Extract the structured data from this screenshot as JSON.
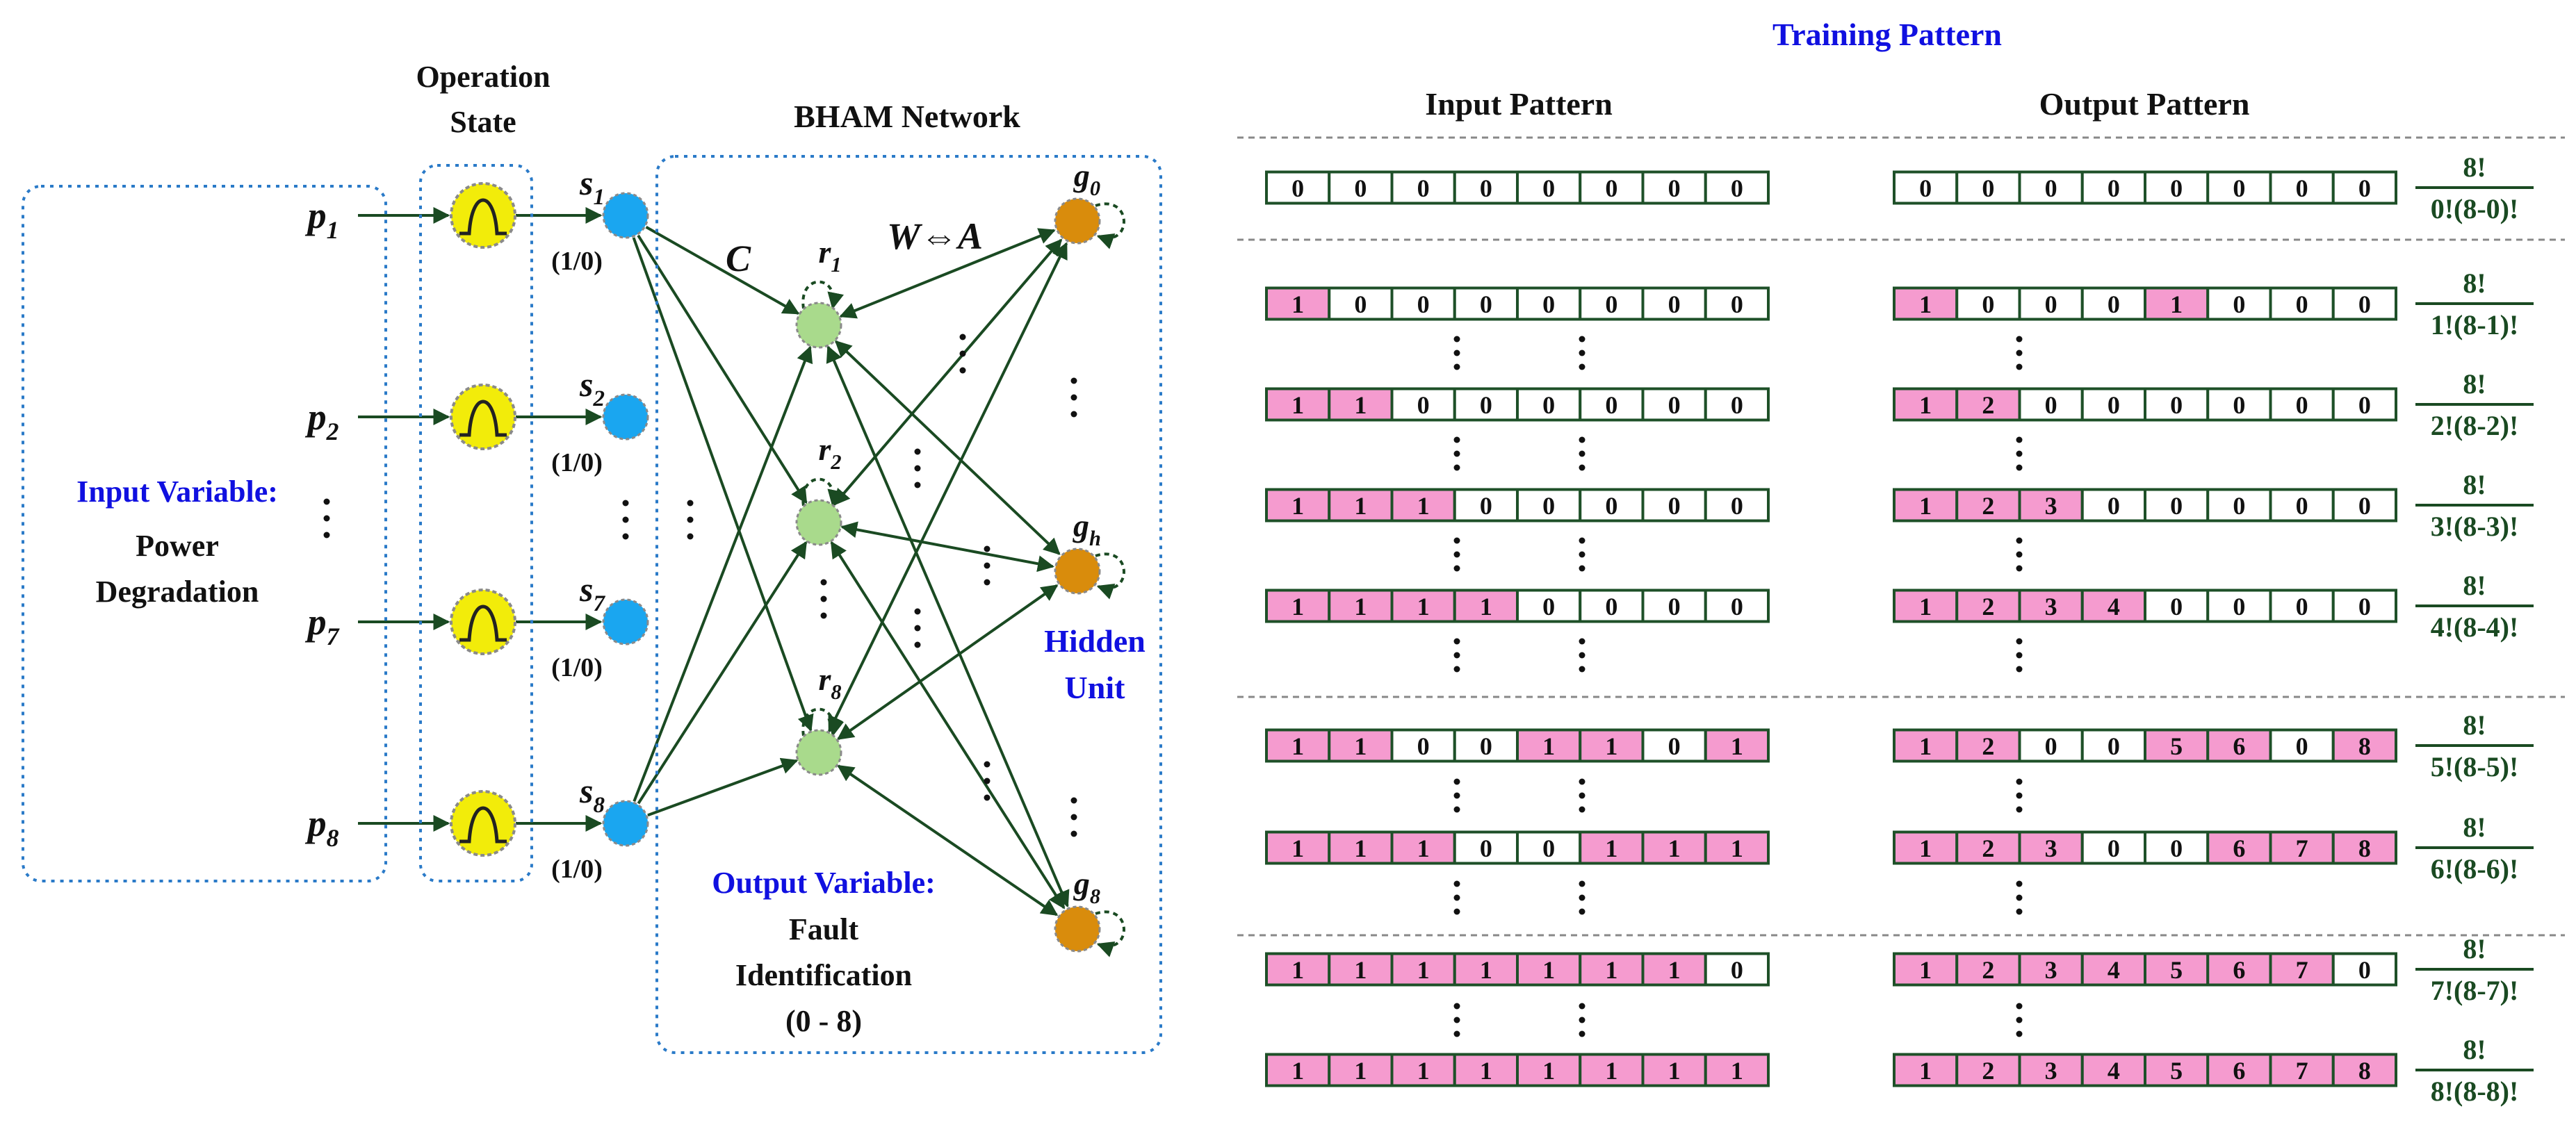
{
  "colors": {
    "dark_green": "#1a4a22",
    "cell_border": "#1e5028",
    "blue_label": "#1010e0",
    "dotted_box": "#2a7ac8",
    "pink_cell": "#f59bcf",
    "yellow_node": "#f2ec0a",
    "cyan_node": "#1aa6f0",
    "light_green_node": "#a9da8c",
    "orange_node": "#d98c0c",
    "dashed_separator": "#888888"
  },
  "diagram": {
    "input_panel": {
      "title": "Input Variable:",
      "line1": "Power",
      "line2": "Degradation"
    },
    "operation_state": {
      "line1": "Operation",
      "line2": "State"
    },
    "network_title": "BHAM Network",
    "hidden_unit": {
      "line1": "Hidden",
      "line2": "Unit"
    },
    "output_panel": {
      "title": "Output Variable:",
      "line1": "Fault",
      "line2": "Identification",
      "line3": "(0 - 8)"
    },
    "matrix_c_label": "C",
    "matrix_wa_label": "W⇔A",
    "power_inputs": [
      {
        "base": "p",
        "sub": "1"
      },
      {
        "base": "p",
        "sub": "2"
      },
      {
        "base": "p",
        "sub": "7"
      },
      {
        "base": "p",
        "sub": "8"
      }
    ],
    "state_nodes": [
      {
        "base": "s",
        "sub": "1",
        "value": "(1/0)"
      },
      {
        "base": "s",
        "sub": "2",
        "value": "(1/0)"
      },
      {
        "base": "s",
        "sub": "7",
        "value": "(1/0)"
      },
      {
        "base": "s",
        "sub": "8",
        "value": "(1/0)"
      }
    ],
    "r_nodes": [
      {
        "base": "r",
        "sub": "1"
      },
      {
        "base": "r",
        "sub": "2"
      },
      {
        "base": "r",
        "sub": "8"
      }
    ],
    "g_nodes": [
      {
        "base": "g",
        "sub": "0"
      },
      {
        "base": "g",
        "sub": "h"
      },
      {
        "base": "g",
        "sub": "8"
      }
    ]
  },
  "training": {
    "title": "Training Pattern",
    "input_header": "Input Pattern",
    "output_header": "Output Pattern",
    "rows": [
      {
        "input": [
          "0",
          "0",
          "0",
          "0",
          "0",
          "0",
          "0",
          "0"
        ],
        "output": [
          "0",
          "0",
          "0",
          "0",
          "0",
          "0",
          "0",
          "0"
        ],
        "numerator": "8!",
        "denominator": "0!(8-0)!"
      },
      {
        "input": [
          "1",
          "0",
          "0",
          "0",
          "0",
          "0",
          "0",
          "0"
        ],
        "output": [
          "1",
          "0",
          "0",
          "0",
          "1",
          "0",
          "0",
          "0"
        ],
        "numerator": "8!",
        "denominator": "1!(8-1)!"
      },
      {
        "input": [
          "1",
          "1",
          "0",
          "0",
          "0",
          "0",
          "0",
          "0"
        ],
        "output": [
          "1",
          "2",
          "0",
          "0",
          "0",
          "0",
          "0",
          "0"
        ],
        "numerator": "8!",
        "denominator": "2!(8-2)!"
      },
      {
        "input": [
          "1",
          "1",
          "1",
          "0",
          "0",
          "0",
          "0",
          "0"
        ],
        "output": [
          "1",
          "2",
          "3",
          "0",
          "0",
          "0",
          "0",
          "0"
        ],
        "numerator": "8!",
        "denominator": "3!(8-3)!"
      },
      {
        "input": [
          "1",
          "1",
          "1",
          "1",
          "0",
          "0",
          "0",
          "0"
        ],
        "output": [
          "1",
          "2",
          "3",
          "4",
          "0",
          "0",
          "0",
          "0"
        ],
        "numerator": "8!",
        "denominator": "4!(8-4)!"
      },
      {
        "input": [
          "1",
          "1",
          "0",
          "0",
          "1",
          "1",
          "0",
          "1"
        ],
        "output": [
          "1",
          "2",
          "0",
          "0",
          "5",
          "6",
          "0",
          "8"
        ],
        "numerator": "8!",
        "denominator": "5!(8-5)!"
      },
      {
        "input": [
          "1",
          "1",
          "1",
          "0",
          "0",
          "1",
          "1",
          "1"
        ],
        "output": [
          "1",
          "2",
          "3",
          "0",
          "0",
          "6",
          "7",
          "8"
        ],
        "numerator": "8!",
        "denominator": "6!(8-6)!"
      },
      {
        "input": [
          "1",
          "1",
          "1",
          "1",
          "1",
          "1",
          "1",
          "0"
        ],
        "output": [
          "1",
          "2",
          "3",
          "4",
          "5",
          "6",
          "7",
          "0"
        ],
        "numerator": "8!",
        "denominator": "7!(8-7)!"
      },
      {
        "input": [
          "1",
          "1",
          "1",
          "1",
          "1",
          "1",
          "1",
          "1"
        ],
        "output": [
          "1",
          "2",
          "3",
          "4",
          "5",
          "6",
          "7",
          "8"
        ],
        "numerator": "8!",
        "denominator": "8!(8-8)!"
      }
    ]
  }
}
